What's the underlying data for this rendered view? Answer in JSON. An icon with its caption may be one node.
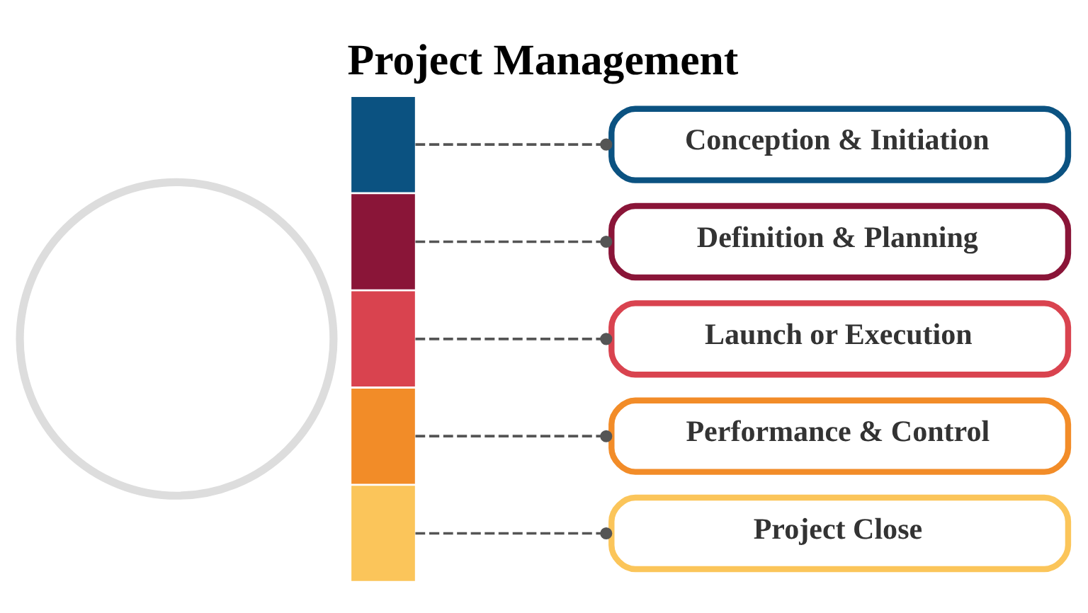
{
  "diagram": {
    "title": "Project Management",
    "nodes": [
      {
        "text": [],
        "shape": "circle"
      },
      {
        "text": [],
        "shape": "arc"
      },
      {
        "text": [],
        "shape": "arc"
      },
      {
        "text": [],
        "shape": "arc"
      },
      {
        "text": [],
        "shape": "arc"
      },
      {
        "text": [],
        "shape": "arc"
      },
      {
        "text": [
          "Conception & Initiation"
        ]
      },
      {
        "text": [
          "Definition & Planning"
        ]
      },
      {
        "text": [
          "Launch or Execution"
        ]
      },
      {
        "text": [
          "Performance & Control"
        ]
      },
      {
        "text": [
          "Project Close"
        ]
      }
    ],
    "edges": [
      {
        "from": 1,
        "to": 6,
        "arrow": "other",
        "style": "dashed"
      },
      {
        "from": 2,
        "to": 7,
        "arrow": "other",
        "style": "dashed"
      },
      {
        "from": 3,
        "to": 8,
        "arrow": "other",
        "style": "dashed"
      },
      {
        "from": 4,
        "to": 9,
        "arrow": "other",
        "style": "dashed"
      },
      {
        "from": 5,
        "to": 10,
        "arrow": "other",
        "style": "dashed"
      }
    ]
  }
}
